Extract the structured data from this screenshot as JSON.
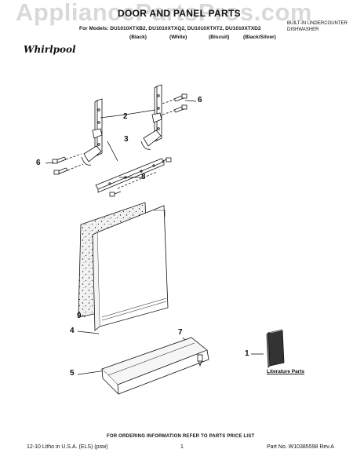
{
  "watermark": "AppliancePartsPros.com",
  "header": {
    "title": "DOOR AND PANEL PARTS",
    "product_line1": "BUILT-IN UNDERCOUNTER",
    "product_line2": "DISHWASHER",
    "models": "For Models: DU1010XTXB2, DU1010XTXQ2, DU1010XTXT2, DU1010XTXD2",
    "colors": [
      "(Black)",
      "(White)",
      "(Biscuit)",
      "(Black/Silver)"
    ],
    "brand": "Whirlpool"
  },
  "callouts": {
    "c1": "1",
    "c2": "2",
    "c3": "3",
    "c4": "4",
    "c5": "5",
    "c6a": "6",
    "c6b": "6",
    "c7": "7",
    "c8": "8",
    "c9": "9"
  },
  "literature_label": "Literature Parts",
  "footer": {
    "ordering_info": "FOR ORDERING INFORMATION REFER TO PARTS PRICE LIST",
    "litho": "12-10 Litho in U.S.A. (ELS) (psw)",
    "page": "1",
    "part_no": "Part No. W10385598 Rev.A"
  },
  "colors": {
    "ink": "#111111",
    "watermark": "#d9d9d9",
    "speckle_panel": "#e8e8e8"
  }
}
